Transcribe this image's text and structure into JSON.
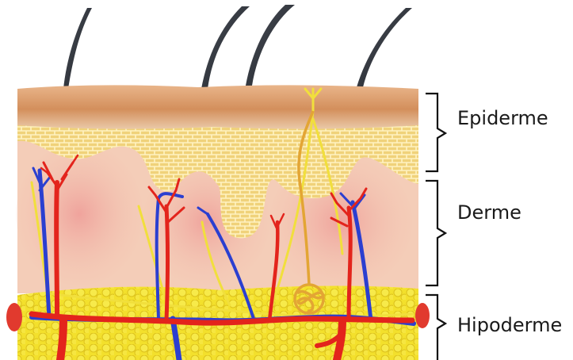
{
  "labels": {
    "epidermis": "Epiderme",
    "dermis": "Derme",
    "hypodermis": "Hipoderme"
  },
  "colors": {
    "background": "#ffffff",
    "hair": "#2b2e35",
    "stratum_corneum": "#d79a67",
    "epidermis_fill": "#f3d98a",
    "epidermis_cell_edge": "#fff4c4",
    "dermis_fill": "#f4cdb8",
    "papilla_tint": "#ef9e9b",
    "hypodermis_fat": "#f2df2a",
    "fat_cell_edge": "#e0c41a",
    "artery": "#e3241c",
    "vein": "#2b3fd0",
    "nerve": "#f1df3c",
    "sweat_gland": "#e3a534",
    "bracket": "#111111",
    "label_text": "#1a1a1a"
  }
}
